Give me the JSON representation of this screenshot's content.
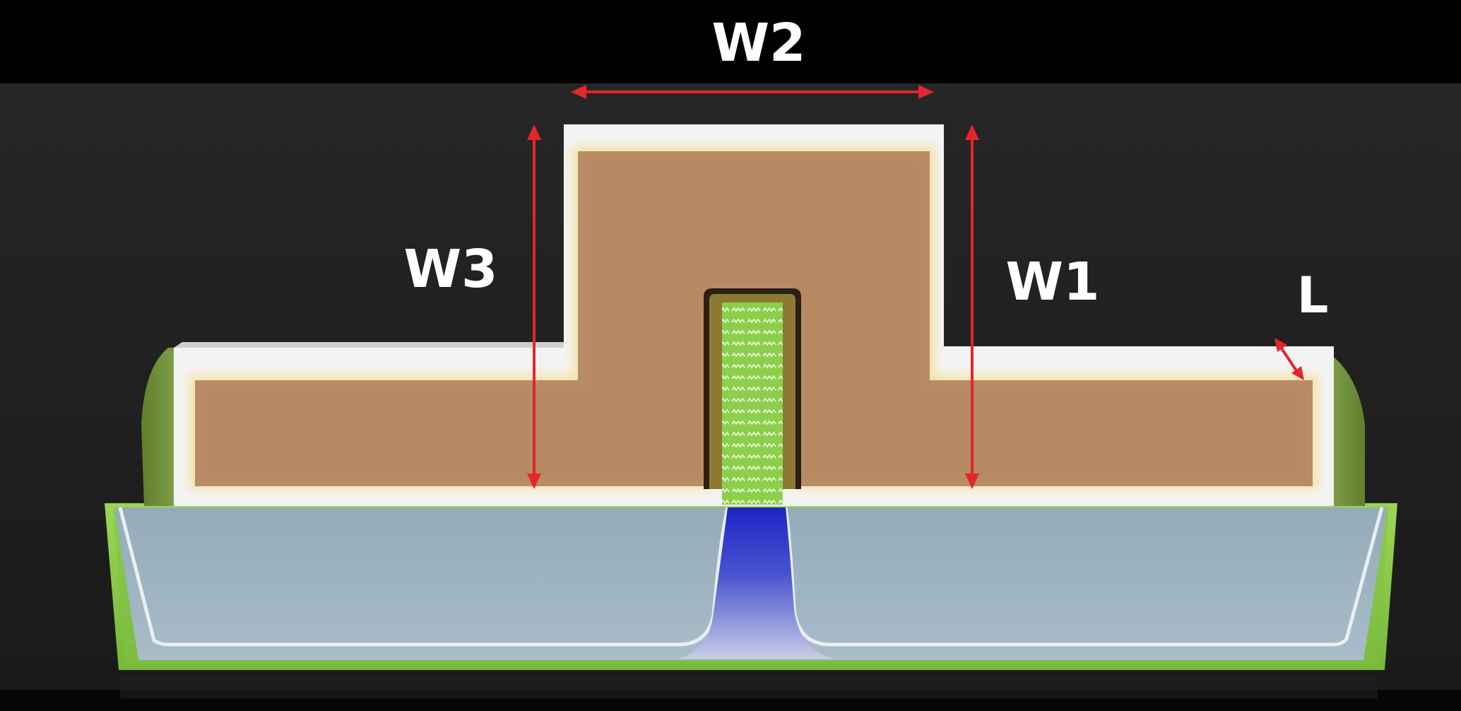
{
  "diagram": {
    "labels": {
      "w1": "W1",
      "w2": "W2",
      "w3": "W3",
      "l": "L"
    },
    "colors": {
      "background_top": "#000000",
      "background_main": "#232323",
      "gate_brown": "#b98c64",
      "gate_glow": "#f6e7b4",
      "gate_cap_white": "#f4f4f4",
      "spacer_green": "#7a9a42",
      "substrate_green": "#86c846",
      "well_blue_gray": "#9eb2bf",
      "channel_blue": "#2a33c8",
      "fin_green": "#8ccd4e",
      "oxide_olive": "#8c7a34",
      "arrow_red": "#e3262b",
      "label_white": "#ffffff"
    }
  }
}
